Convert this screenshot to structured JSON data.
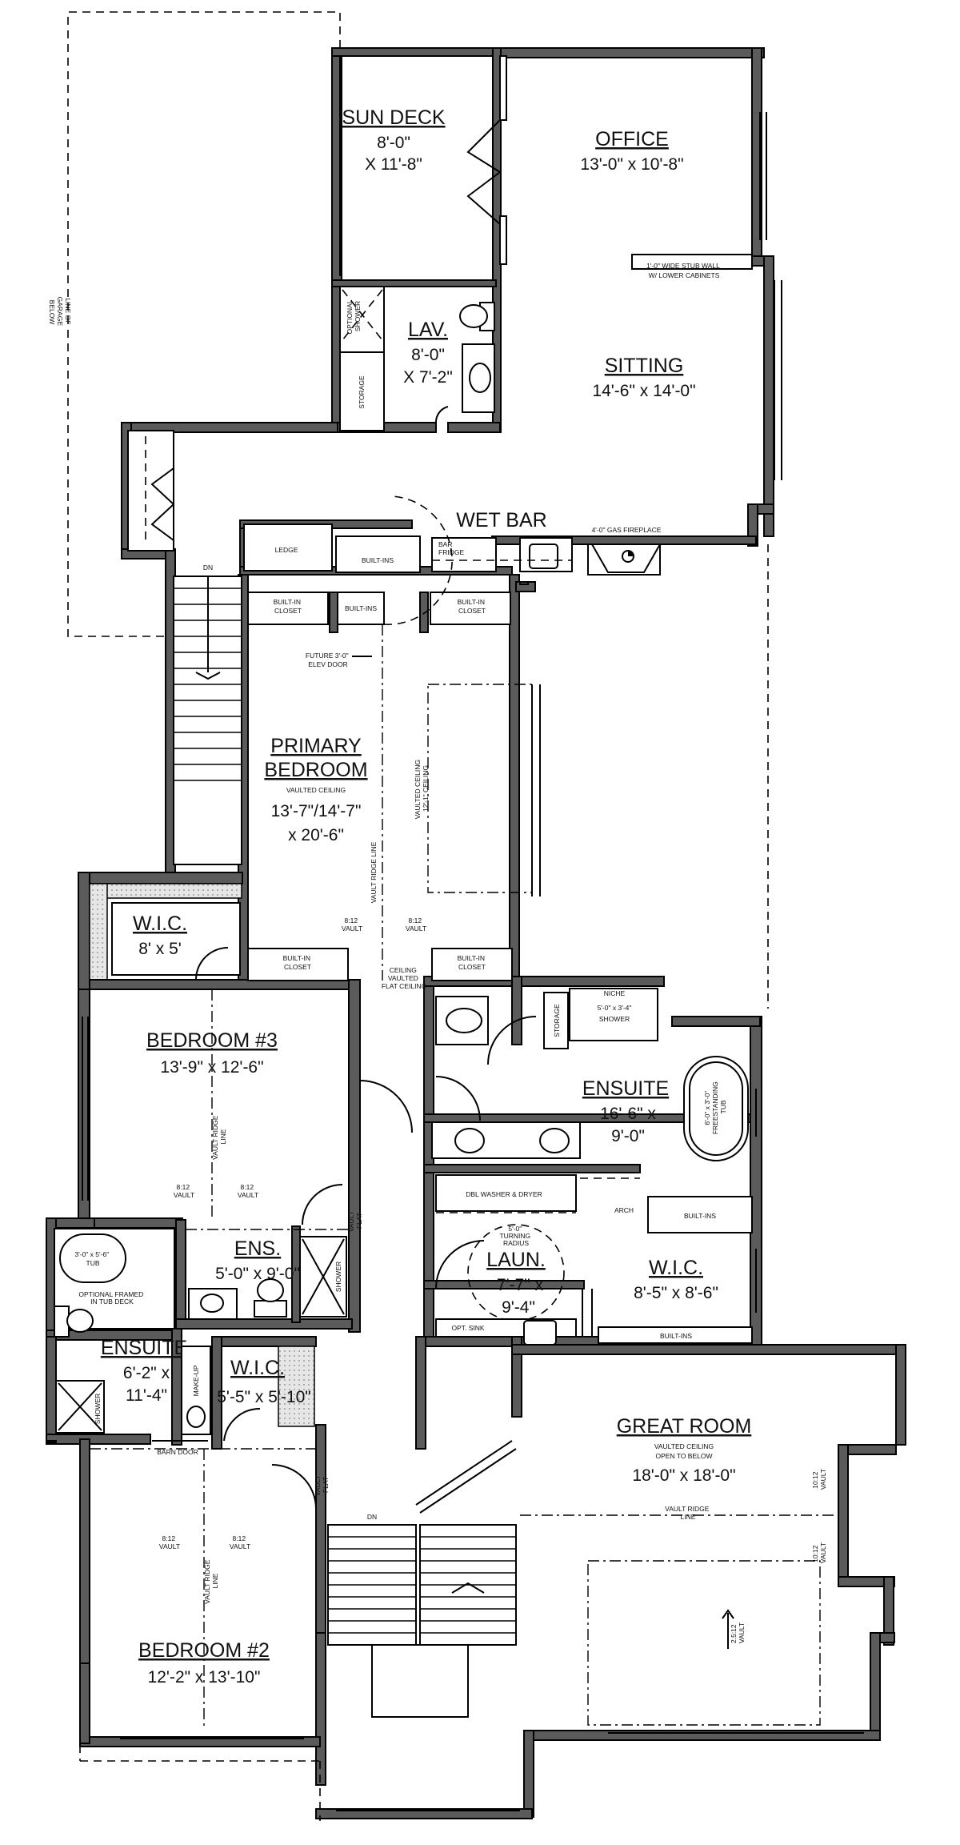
{
  "rooms": {
    "sun_deck": {
      "name": "SUN DECK",
      "dim1": "8'-0\"",
      "dim2": "X 11'-8\""
    },
    "office": {
      "name": "OFFICE",
      "dim": "13'-0\" x 10'-8\""
    },
    "sitting": {
      "name": "SITTING",
      "dim": "14'-6\" x 14'-0\""
    },
    "lav": {
      "name": "LAV.",
      "dim1": "8'-0\"",
      "dim2": "X 7'-2\""
    },
    "wet_bar": {
      "name": "WET BAR"
    },
    "primary_bedroom": {
      "name1": "PRIMARY",
      "name2": "BEDROOM",
      "note": "VAULTED CEILING",
      "dim1": "13'-7\"/14'-7\"",
      "dim2": "x 20'-6\""
    },
    "wic_top": {
      "name": "W.I.C.",
      "dim": "8' x 5'"
    },
    "bedroom3": {
      "name": "BEDROOM #3",
      "dim": "13'-9\" x 12'-6\""
    },
    "ensuite_primary": {
      "name": "ENSUITE",
      "dim1": "16'-6\" x",
      "dim2": "9'-0\""
    },
    "laundry": {
      "name": "LAUN.",
      "dim1": "7'-7\" x",
      "dim2": "9'-4\""
    },
    "wic_primary": {
      "name": "W.I.C.",
      "dim": "8'-5\" x 8'-6\""
    },
    "ens_small": {
      "name": "ENS.",
      "dim": "5'-0\" x 9'-0\""
    },
    "ensuite2": {
      "name": "ENSUITE",
      "dim1": "6'-2\" x",
      "dim2": "11'-4\""
    },
    "wic2": {
      "name": "W.I.C.",
      "dim": "5'-5\" x 5'-10\""
    },
    "great_room": {
      "name": "GREAT ROOM",
      "note1": "VAULTED CEILING",
      "note2": "OPEN TO BELOW",
      "dim": "18'-0\" x 18'-0\""
    },
    "bedroom2": {
      "name": "BEDROOM #2",
      "dim": "12'-2\" x 13'-10\""
    }
  },
  "labels": {
    "line_of_garage_1": "LINE OF",
    "line_of_garage_2": "GARAGE",
    "line_of_garage_3": "BELOW",
    "stub_wall_1": "1'-0\" WIDE STUB WALL",
    "stub_wall_2": "W/ LOWER CABINETS",
    "optional_shower_1": "OPTIONAL",
    "optional_shower_2": "SHOWER",
    "storage": "STORAGE",
    "ledge": "LEDGE",
    "built_ins": "BUILT-INS",
    "bar_fridge_1": "BAR",
    "bar_fridge_2": "FRIDGE",
    "gas_fireplace": "4'-0\" GAS FIREPLACE",
    "dn": "DN",
    "built_in": "BUILT-IN",
    "closet": "CLOSET",
    "future_elev_1": "FUTURE 3'-0\"",
    "future_elev_2": "ELEV DOOR",
    "vaulted_ceiling_1": "VAULTED CEILING",
    "vaulted_ceiling_2": "12'-1\" CEILING",
    "vault_ridge_line": "VAULT RIDGE LINE",
    "vault_ridge_1": "VAULT RIDGE",
    "vault_ridge_2": "LINE",
    "pitch_812": "8:12",
    "vault": "VAULT",
    "ceiling_note_1": "CEILING",
    "ceiling_note_2": "VAULTED",
    "ceiling_note_3": "FLAT CEILING",
    "niche": "NICHE",
    "shower_size": "5'-0\" x 3'-4\"",
    "shower": "SHOWER",
    "tub_1": "6'-0\" x 3'-0\"",
    "tub_2": "FREESTANDING",
    "tub_3": "TUB",
    "washer_dryer": "DBL WASHER & DRYER",
    "turning_1": "5'-0\"",
    "turning_2": "TURNING",
    "turning_3": "RADIUS",
    "arch": "ARCH",
    "opt_sink": "OPT. SINK",
    "tub_small": "3'-0\" x 5'-6\"",
    "tub_word": "TUB",
    "optional_framed_1": "OPTIONAL FRAMED",
    "optional_framed_2": "IN TUB DECK",
    "make_up": "MAKE-UP",
    "barn_door": "BARN DOOR",
    "vault_flat_1": "VAULT",
    "vault_flat_2": "FLAT",
    "vault_ridge_line_gr": "VAULT RIDGE",
    "line": "LINE",
    "pitch_1012": "10:12",
    "pitch_2512": "2.5:12"
  }
}
